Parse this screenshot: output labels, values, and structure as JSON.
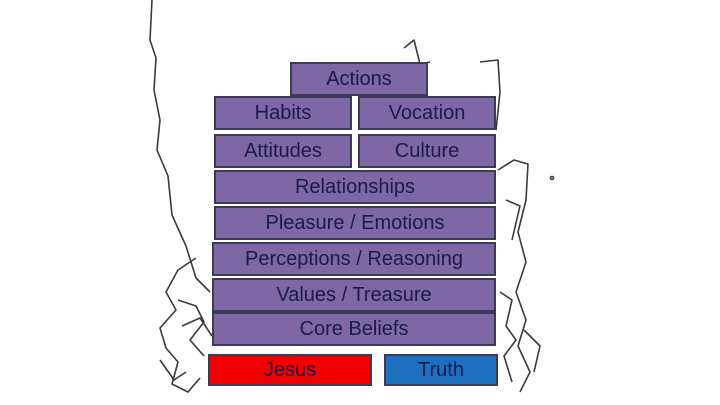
{
  "colors": {
    "brick_fill": "#7d67a5",
    "jesus_fill": "#f20000",
    "truth_fill": "#1e6fc0",
    "sketch_stroke": "#3a3a3a",
    "text": "#1a1a4e"
  },
  "bricks": {
    "actions": "Actions",
    "habits": "Habits",
    "vocation": "Vocation",
    "attitudes": "Attitudes",
    "culture": "Culture",
    "relationships": "Relationships",
    "pleasure": "Pleasure / Emotions",
    "perceptions": "Perceptions / Reasoning",
    "values": "Values / Treasure",
    "core": "Core Beliefs",
    "jesus": "Jesus",
    "truth": "Truth"
  }
}
